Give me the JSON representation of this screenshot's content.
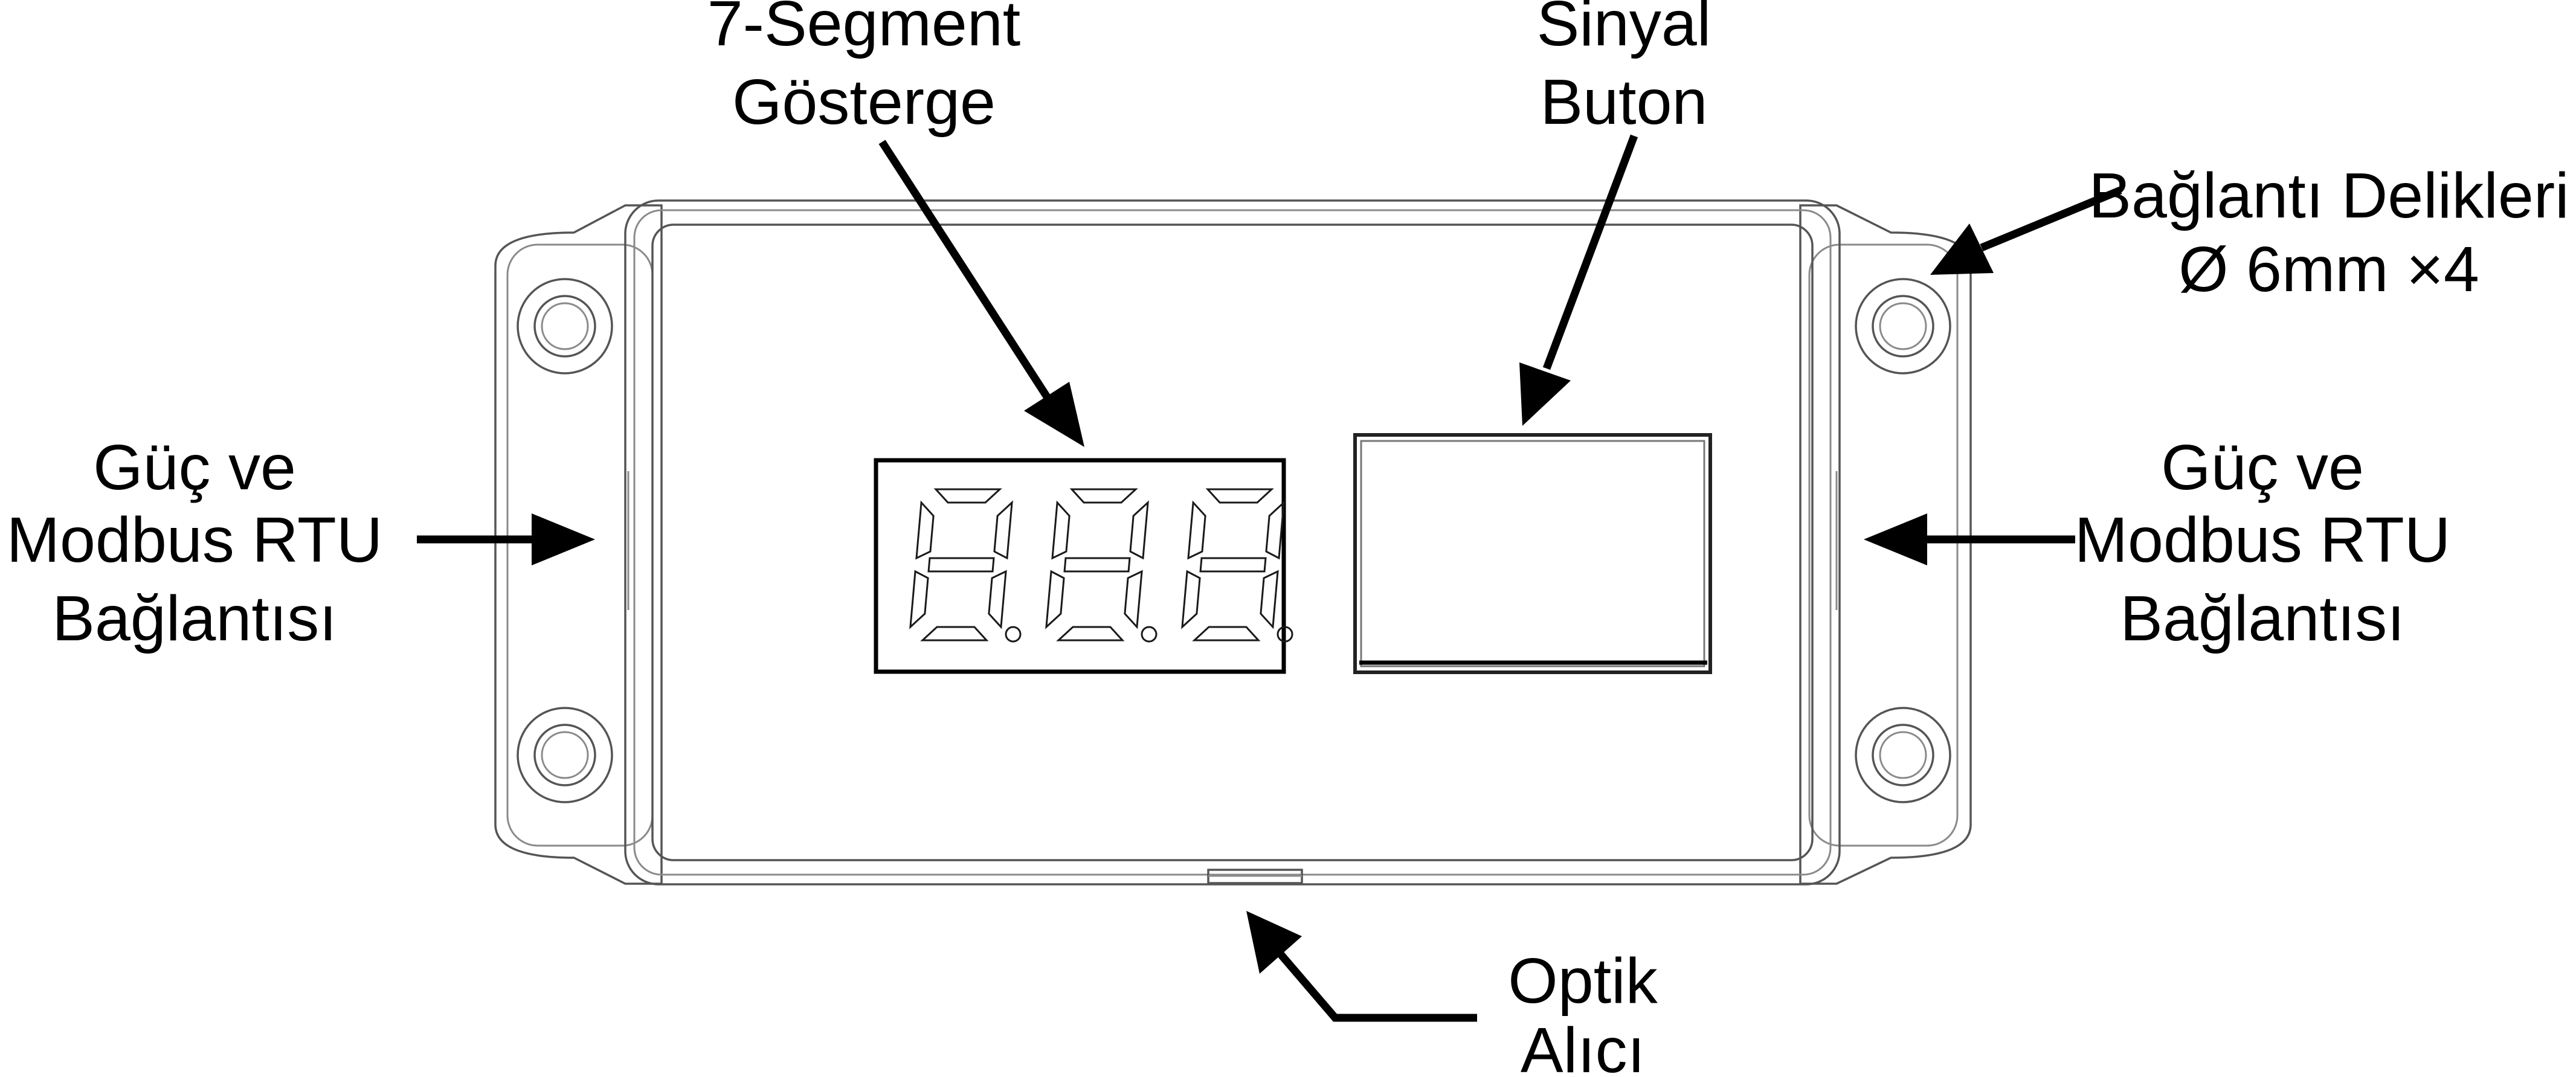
{
  "labels": {
    "seven_segment": {
      "line1": "7-Segment",
      "line2": "Gösterge"
    },
    "signal_button": {
      "line1": "Sinyal",
      "line2": "Buton"
    },
    "mounting_holes": {
      "line1": "Bağlantı Delikleri",
      "line2": "Ø 6mm ×4"
    },
    "power_left": {
      "line1": "Güç ve",
      "line2": "Modbus RTU",
      "line3": "Bağlantısı"
    },
    "power_right": {
      "line1": "Güç ve",
      "line2": "Modbus RTU",
      "line3": "Bağlantısı"
    },
    "optical_receiver": {
      "line1": "Optik",
      "line2": "Alıcı"
    }
  },
  "display": {
    "digit_count": 3,
    "digits": [
      "8",
      "8",
      "8"
    ]
  },
  "mounting_hole_count": 4,
  "colors": {
    "line": "#000000",
    "outline": "#555555",
    "background": "#ffffff"
  }
}
